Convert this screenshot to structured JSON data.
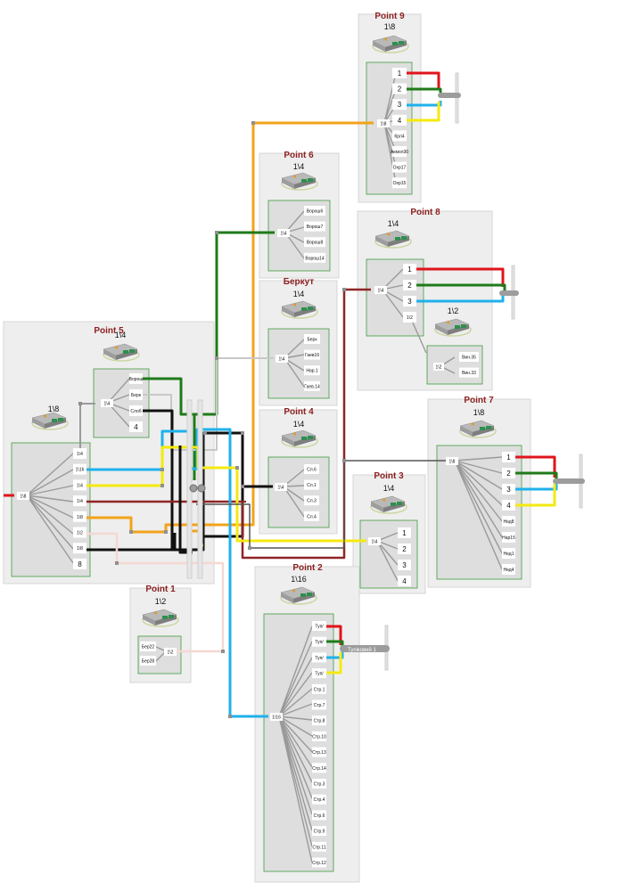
{
  "points": {
    "p9": {
      "title": "Point 9",
      "ratio": "1\\8",
      "splitter": "1\\8",
      "ports": [
        "1",
        "2",
        "3",
        "4",
        "Крл4",
        "Акмол30",
        "Охр17",
        "Охр15"
      ]
    },
    "p6": {
      "title": "Point 6",
      "ratio": "1\\4",
      "splitter": "1\\4",
      "ports": [
        "Ворош6",
        "Ворош7",
        "Ворош8",
        "Ворош14"
      ]
    },
    "berkut": {
      "title": "Беркут",
      "ratio": "1\\4",
      "splitter": "1\\4",
      "ports": [
        "Берк",
        "Гаев16",
        "Нар.1",
        "Гаев.14"
      ]
    },
    "p4": {
      "title": "Point 4",
      "ratio": "1\\4",
      "splitter": "1\\4",
      "ports": [
        "Сл.6",
        "Сл.1",
        "Сл.3",
        "Сл.4"
      ]
    },
    "p8": {
      "title": "Point 8",
      "ratio": "1\\4",
      "splitter": "1\\4",
      "ports": [
        "1",
        "2",
        "3",
        "1\\2"
      ],
      "sub": {
        "ratio": "1\\2",
        "splitter": "1\\2",
        "ports": [
          "Вин.35",
          "Вин.33"
        ]
      }
    },
    "p5": {
      "title": "Point 5",
      "inner_top": {
        "ratio": "1\\4",
        "splitter": "1\\4",
        "ports": [
          "Ворош",
          "Берк",
          "Слоб",
          "4"
        ]
      },
      "inner_main": {
        "ratio": "1\\8",
        "splitter": "1\\8",
        "ports": [
          "1\\4",
          "1\\16",
          "1\\4",
          "1\\4",
          "1\\8",
          "1\\2",
          "1\\8",
          "8"
        ]
      }
    },
    "p7": {
      "title": "Point 7",
      "ratio": "1\\8",
      "splitter": "1\\8",
      "ports": [
        "1",
        "2",
        "3",
        "4",
        "Нед8",
        "Нар15",
        "Нед1",
        "Нед4"
      ]
    },
    "p3": {
      "title": "Point 3",
      "ratio": "1\\4",
      "splitter": "1\\4",
      "ports": [
        "1",
        "2",
        "3",
        "4"
      ]
    },
    "p1": {
      "title": "Point 1",
      "ratio": "1\\2",
      "splitter": "1\\2",
      "ports": [
        "Бер22",
        "Бер28"
      ]
    },
    "p2": {
      "title": "Point 2",
      "ratio": "1\\16",
      "splitter": "1\\16",
      "ports": [
        "Туп/",
        "Туп/",
        "Туп/",
        "Туп/",
        "Стр.1",
        "Стр.7",
        "Стр.8",
        "Стр.10",
        "Стр.13",
        "Стр.14",
        "Стр.3",
        "Стр.4",
        "Стр.6",
        "Стр.9",
        "Стр.11",
        "Стр.12"
      ],
      "tag": "Тупіковий 1"
    }
  },
  "colors": {
    "red": "#e0141b",
    "green": "#1f7a1a",
    "blue": "#1fb1ec",
    "yellow": "#f5e90f",
    "orange": "#f2a31b",
    "darkred": "#8f2525",
    "black": "#111111",
    "gray": "#9a9a9a",
    "lightgray": "#c8c8c8",
    "pink": "#f4d8d2",
    "box": "#eeeeee",
    "inner": "#dedede",
    "innerborder": "#3f9b3f",
    "title": "#8c1f1f"
  }
}
